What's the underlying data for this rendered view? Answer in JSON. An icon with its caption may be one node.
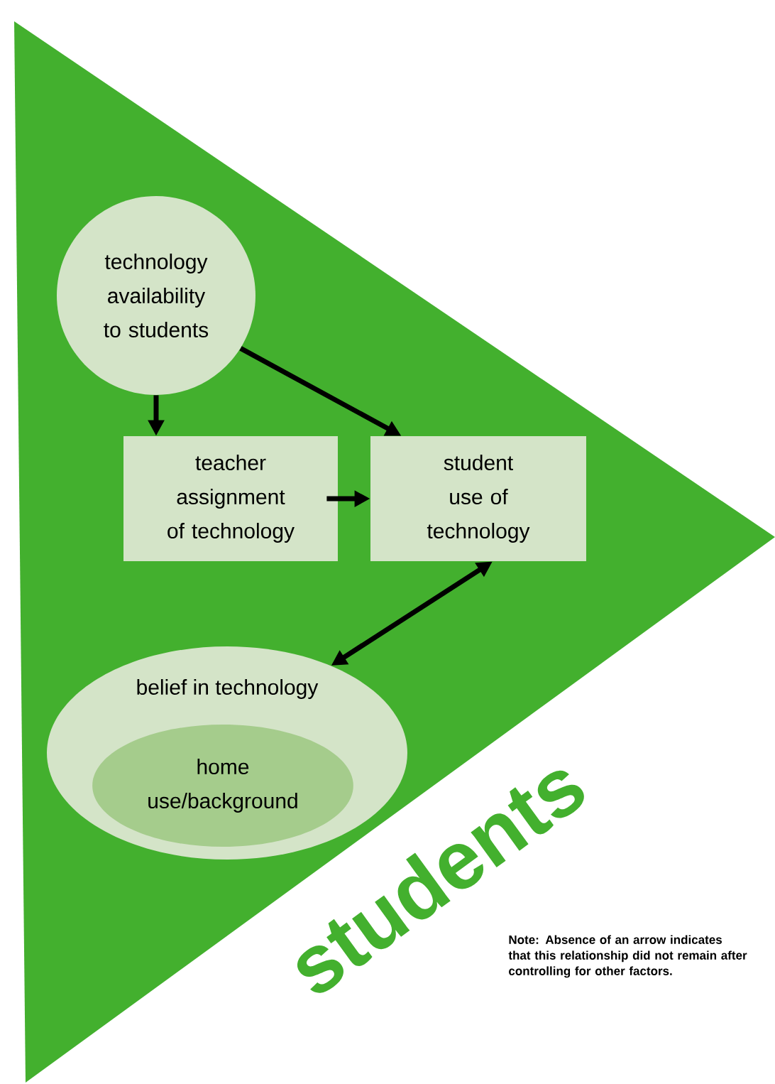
{
  "diagram": {
    "nodes": [
      {
        "text": [
          "technology availability to students"
        ]
      },
      {
        "text": [
          "teacher assignment of technology"
        ]
      },
      {
        "text": [
          "student use of technology"
        ]
      },
      {
        "text": [
          "belief in technology"
        ]
      },
      {
        "text": [
          "home use/background"
        ],
        "in": 3
      }
    ],
    "edges": [
      {
        "from": 0,
        "to": 1,
        "arrow": "to"
      },
      {
        "from": 0,
        "to": 2,
        "arrow": "to"
      },
      {
        "from": 1,
        "to": 2,
        "arrow": "to"
      },
      {
        "from": 2,
        "to": 3,
        "arrow": "both"
      }
    ],
    "labels": [
      "students",
      "Note: Absence of an arrow indicates that this relationship did not remain after controlling for other factors."
    ]
  }
}
